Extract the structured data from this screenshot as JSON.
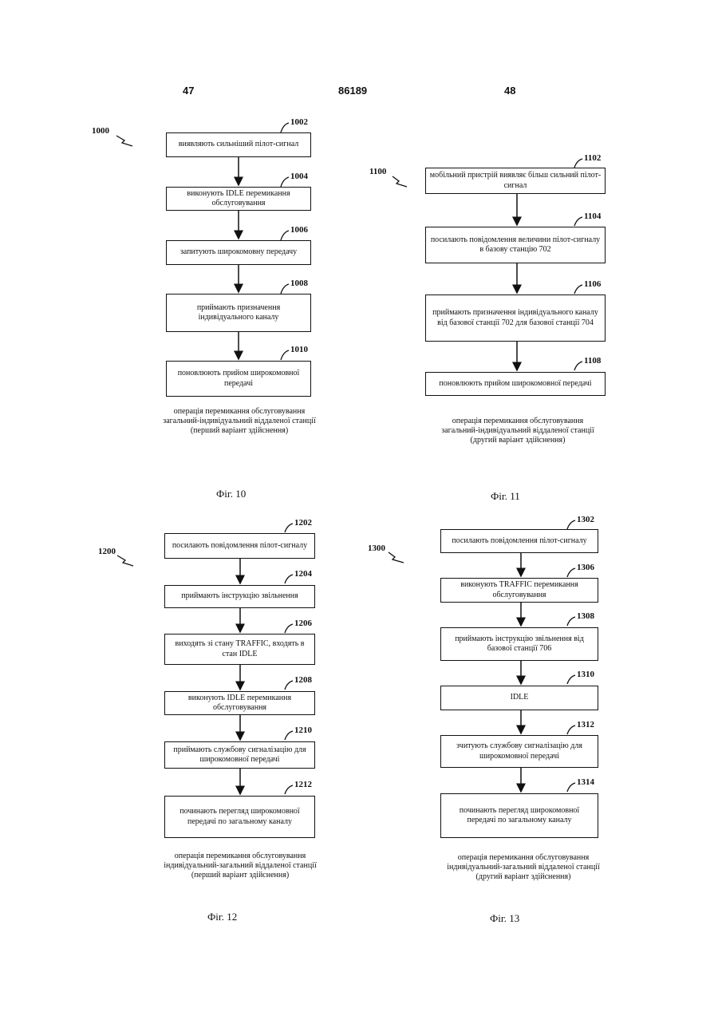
{
  "header": {
    "left_page": "47",
    "doc_number": "86189",
    "right_page": "48"
  },
  "fig10": {
    "id": "1000",
    "steps": [
      {
        "num": "1002",
        "text": "виявляють сильніший пілот-сигнал"
      },
      {
        "num": "1004",
        "text": "виконують IDLE перемикання обслуговування"
      },
      {
        "num": "1006",
        "text": "запитують широкомовну передачу"
      },
      {
        "num": "1008",
        "text": "приймають призначення індивідуального каналу"
      },
      {
        "num": "1010",
        "text": "поновлюють прийом широкомовної передачі"
      }
    ],
    "caption": [
      "операція перемикання обслуговування",
      "загальний-індивідуальний віддаленої станції",
      "(перший варіант здійснення)"
    ],
    "label": "Фіг. 10"
  },
  "fig11": {
    "id": "1100",
    "steps": [
      {
        "num": "1102",
        "text": "мобільний пристрій виявляє більш сильний пілот-сигнал"
      },
      {
        "num": "1104",
        "text": "посилають повідомлення величини пілот-сигналу в базову станцію 702"
      },
      {
        "num": "1106",
        "text": "приймають призначення індивідуального каналу від базової станції 702 для базової станції 704"
      },
      {
        "num": "1108",
        "text": "поновлюють прийом широкомовної передачі"
      }
    ],
    "caption": [
      "операція перемикання обслуговування",
      "загальний-індивідуальний віддаленої станції",
      "(другий варіант здійснення)"
    ],
    "label": "Фіг. 11"
  },
  "fig12": {
    "id": "1200",
    "steps": [
      {
        "num": "1202",
        "text": "посилають повідомлення пілот-сигналу"
      },
      {
        "num": "1204",
        "text": "приймають інструкцію звільнення"
      },
      {
        "num": "1206",
        "text": "виходять зі стану TRAFFIC, входять в стан IDLE"
      },
      {
        "num": "1208",
        "text": "виконують IDLE перемикання обслуговування"
      },
      {
        "num": "1210",
        "text": "приймають службову сигналізацію для широкомовної передачі"
      },
      {
        "num": "1212",
        "text": "починають перегляд широкомовної передачі по загальному каналу"
      }
    ],
    "caption": [
      "операція перемикання обслуговування",
      "індивідуальний-загальний віддаленої станції",
      "(перший варіант здійснення)"
    ],
    "label": "Фіг. 12"
  },
  "fig13": {
    "id": "1300",
    "steps": [
      {
        "num": "1302",
        "text": "посилають повідомлення пілот-сигналу"
      },
      {
        "num": "1306",
        "text": "виконують TRAFFIC перемикання обслуговування"
      },
      {
        "num": "1308",
        "text": "приймають інструкцію звільнення від базової станції 706"
      },
      {
        "num": "1310",
        "text": "IDLE"
      },
      {
        "num": "1312",
        "text": "зчитують службову сигналізацію для широкомовної передачі"
      },
      {
        "num": "1314",
        "text": "починають перегляд широкомовної передачі по загальному каналу"
      }
    ],
    "caption": [
      "операція перемикання обслуговування",
      "індивідуальний-загальний віддаленої станції",
      "(другий варіант здійснення)"
    ],
    "label": "Фіг. 13"
  }
}
